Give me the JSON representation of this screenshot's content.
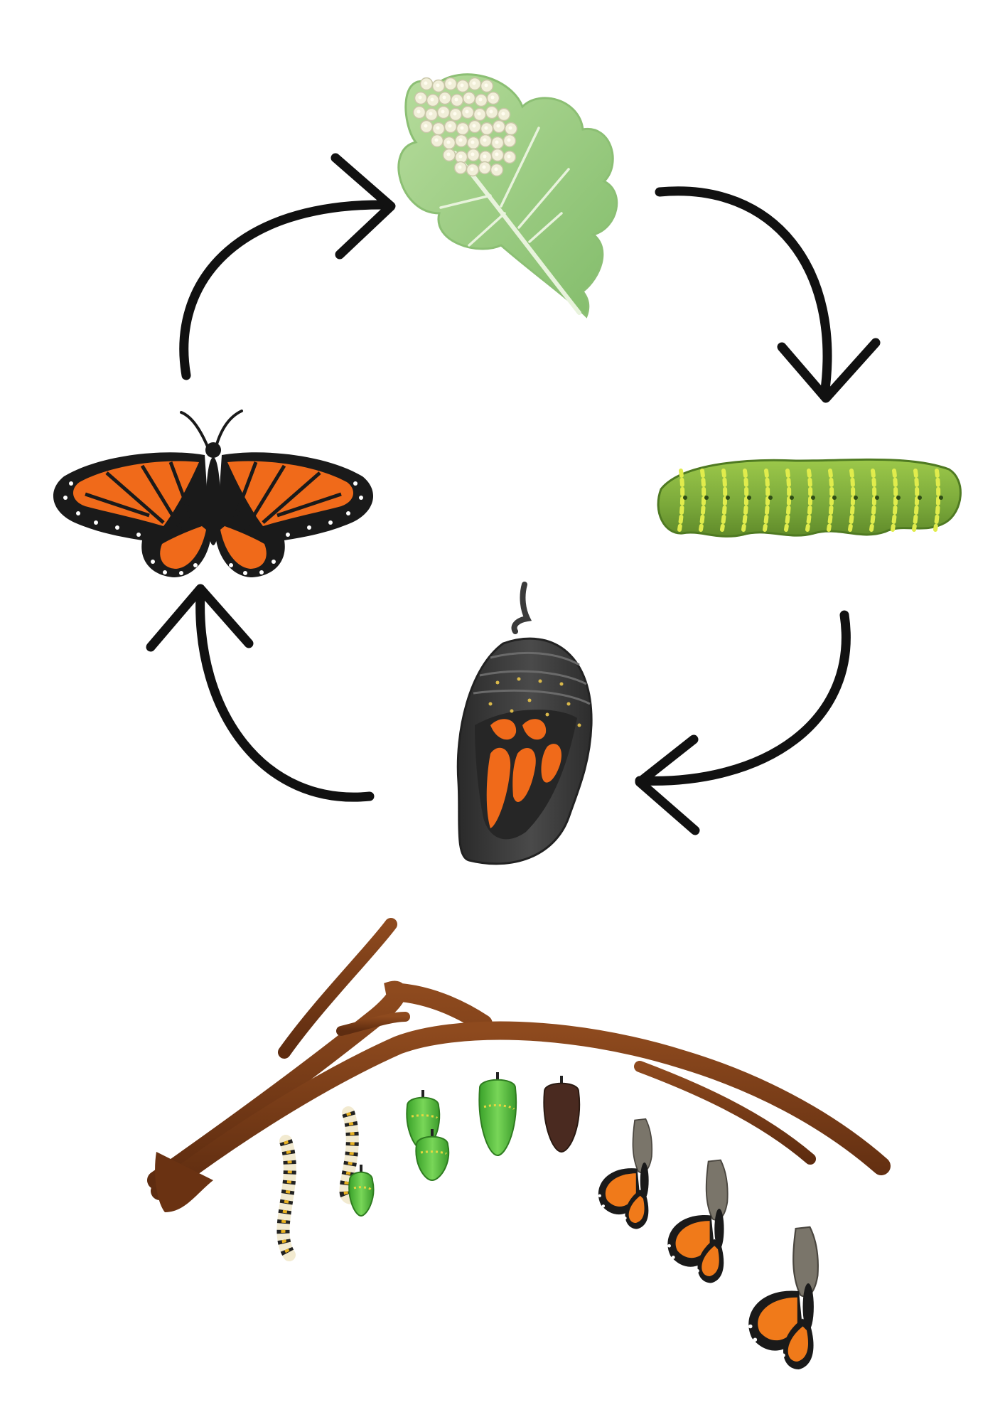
{
  "diagram": {
    "type": "life-cycle",
    "stages": [
      {
        "id": "egg",
        "icon": "egg-cluster-on-leaf-icon"
      },
      {
        "id": "larva",
        "icon": "caterpillar-icon"
      },
      {
        "id": "pupa",
        "icon": "chrysalis-icon"
      },
      {
        "id": "adult",
        "icon": "monarch-butterfly-icon"
      }
    ],
    "arrows": [
      {
        "from": "adult",
        "to": "egg",
        "icon": "arrow-adult-to-egg-icon"
      },
      {
        "from": "egg",
        "to": "larva",
        "icon": "arrow-egg-to-larva-icon"
      },
      {
        "from": "larva",
        "to": "pupa",
        "icon": "arrow-larva-to-pupa-icon"
      },
      {
        "from": "pupa",
        "to": "adult",
        "icon": "arrow-pupa-to-adult-icon"
      }
    ],
    "branch_sequence": [
      "hanging-caterpillar",
      "j-shape-caterpillar",
      "forming-chrysalis",
      "green-chrysalis",
      "green-chrysalis",
      "dark-chrysalis",
      "emerging-butterfly",
      "emerging-butterfly",
      "emerged-butterfly"
    ]
  },
  "colors": {
    "arrow": "#111111",
    "leaf": "#9ccc82",
    "leaf_vein": "#e8f3dc",
    "egg": "#f1efd9",
    "caterpillar": "#86b43e",
    "caterpillar_stripe": "#e1ec4c",
    "chrysalis": "#3b3b3b",
    "wing_orange": "#f06a1a",
    "wing_black": "#1a1a1a",
    "branch": "#7a3a14",
    "green_chrysalis": "#58c23a"
  }
}
